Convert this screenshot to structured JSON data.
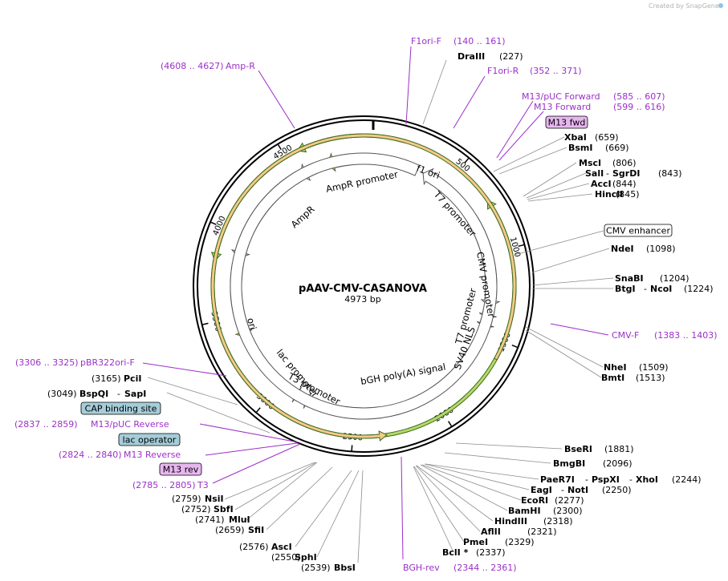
{
  "credit": "Created by SnapGene",
  "plasmid": {
    "name": "pAAV-CMV-CASANOVA",
    "size_label": "4973 bp",
    "length": 4973
  },
  "tick_labels": [
    {
      "pos": 500,
      "label": "500"
    },
    {
      "pos": 1000,
      "label": "1000"
    },
    {
      "pos": 1500,
      "label": "1500"
    },
    {
      "pos": 2000,
      "label": "2000"
    },
    {
      "pos": 2500,
      "label": "2500"
    },
    {
      "pos": 3000,
      "label": "3000"
    },
    {
      "pos": 3500,
      "label": "3500"
    },
    {
      "pos": 4000,
      "label": "4000"
    },
    {
      "pos": 4500,
      "label": "4500"
    }
  ],
  "features": [
    {
      "name": "f1 ori",
      "start": 4850,
      "end": 4700,
      "color": "#f2f200",
      "direction": "ccw"
    },
    {
      "name": "AmpR promoter",
      "start": 4620,
      "end": 4520,
      "color": "#ffffff",
      "direction": "ccw"
    },
    {
      "name": "AmpR",
      "start": 4510,
      "end": 3860,
      "color": "#ccf5cc",
      "direction": "ccw"
    },
    {
      "name": "ori",
      "start": 3820,
      "end": 3360,
      "color": "#f2f200",
      "direction": "ccw"
    },
    {
      "name": "CMV promoter",
      "start": 750,
      "end": 1330,
      "color": "#ffffff",
      "direction": "cw"
    },
    {
      "name": "T7 promoter",
      "start": 1350,
      "end": 1400,
      "color": "#ffffff",
      "direction": "cw"
    },
    {
      "name": "SV40 NLS",
      "start": 1410,
      "end": 1460,
      "color": "#8b1a2e",
      "direction": "cw"
    },
    {
      "name": "bGH poly(A) signal",
      "start": 2340,
      "end": 2560,
      "color": "#9aa0a6",
      "direction": "none"
    },
    {
      "name": "T3 promoter",
      "start": 2785,
      "end": 2815,
      "color": "#ffffff",
      "direction": "cw"
    },
    {
      "name": "lac promoter",
      "start": 2860,
      "end": 2890,
      "color": "#ffffff",
      "direction": "cw"
    },
    {
      "name": "T7 promoter",
      "start": 300,
      "end": 340,
      "color": "#ffffff",
      "direction": "ccw"
    }
  ],
  "outer_features": [
    {
      "start": 4880,
      "end": 4570,
      "color": "#b5d96a",
      "direction": "ccw"
    },
    {
      "start": 4520,
      "end": 3820,
      "color": "#b5d96a",
      "direction": "ccw"
    },
    {
      "start": 180,
      "end": 720,
      "color": "#b5d96a",
      "direction": "ccw"
    },
    {
      "start": 1600,
      "end": 2320,
      "color": "#f5c98a",
      "direction": "ccw"
    }
  ],
  "primers": [
    {
      "label": "F1ori-F",
      "range": "(140 .. 161)"
    },
    {
      "label": "F1ori-R",
      "range": "(352 .. 371)"
    },
    {
      "label": "M13/pUC Forward",
      "range": "(585 .. 607)"
    },
    {
      "label": "M13 Forward",
      "range": "(599 .. 616)"
    },
    {
      "label": "CMV-F",
      "range": "(1383 .. 1403)"
    },
    {
      "label": "BGH-rev",
      "range": "(2344 .. 2361)"
    },
    {
      "label": "T3",
      "range": "(2785 .. 2805)"
    },
    {
      "label": "M13 Reverse",
      "range": "(2824 .. 2840)"
    },
    {
      "label": "M13/pUC Reverse",
      "range": "(2837 .. 2859)"
    },
    {
      "label": "pBR322ori-F",
      "range": "(3306 .. 3325)"
    },
    {
      "label": "Amp-R",
      "range": "(4608 .. 4627)"
    }
  ],
  "boxes": [
    {
      "label": "M13 fwd",
      "fill": "#e7b6ef",
      "stroke": "#000000"
    },
    {
      "label": "CMV enhancer",
      "fill": "#ffffff",
      "stroke": "#000000"
    },
    {
      "label": "CAP binding site",
      "fill": "#a5cdd9",
      "stroke": "#000000"
    },
    {
      "label": "lac operator",
      "fill": "#a5cdd9",
      "stroke": "#000000"
    },
    {
      "label": "M13 rev",
      "fill": "#e7b6ef",
      "stroke": "#000000"
    }
  ],
  "sites": [
    {
      "name": "DraIII",
      "pos": "(227)"
    },
    {
      "name": "XbaI",
      "pos": "(659)"
    },
    {
      "name": "BsmI",
      "pos": "(669)"
    },
    {
      "name": "MscI",
      "pos": "(806)"
    },
    {
      "name": "SalI",
      "name2": "SgrDI",
      "pos": "(843)"
    },
    {
      "name": "AccI",
      "pos": "(844)"
    },
    {
      "name": "HincII",
      "pos": "(845)"
    },
    {
      "name": "NdeI",
      "pos": "(1098)"
    },
    {
      "name": "SnaBI",
      "pos": "(1204)"
    },
    {
      "name": "BtgI",
      "name2": "NcoI",
      "pos": "(1224)"
    },
    {
      "name": "NheI",
      "pos": "(1509)"
    },
    {
      "name": "BmtI",
      "pos": "(1513)"
    },
    {
      "name": "BseRI",
      "pos": "(1881)"
    },
    {
      "name": "BmgBI",
      "pos": "(2096)"
    },
    {
      "name": "PaeR7I",
      "name2": "PspXI",
      "name3": "XhoI",
      "pos": "(2244)"
    },
    {
      "name": "EagI",
      "name2": "NotI",
      "pos": "(2250)"
    },
    {
      "name": "EcoRI",
      "pos": "(2277)"
    },
    {
      "name": "BamHI",
      "pos": "(2300)"
    },
    {
      "name": "HindIII",
      "pos": "(2318)"
    },
    {
      "name": "AflII",
      "pos": "(2321)"
    },
    {
      "name": "PmeI",
      "pos": "(2329)"
    },
    {
      "name": "BclI *",
      "pos": "(2337)"
    },
    {
      "name": "BbsI",
      "pos": "(2539)"
    },
    {
      "name": "SphI",
      "pos": "(2550)"
    },
    {
      "name": "AscI",
      "pos": "(2576)"
    },
    {
      "name": "SfiI",
      "pos": "(2659)"
    },
    {
      "name": "MluI",
      "pos": "(2741)"
    },
    {
      "name": "SbfI",
      "pos": "(2752)"
    },
    {
      "name": "NsiI",
      "pos": "(2759)"
    },
    {
      "name": "BspQI",
      "name2": "SapI",
      "pos": "(3049)"
    },
    {
      "name": "PciI",
      "pos": "(3165)"
    }
  ]
}
